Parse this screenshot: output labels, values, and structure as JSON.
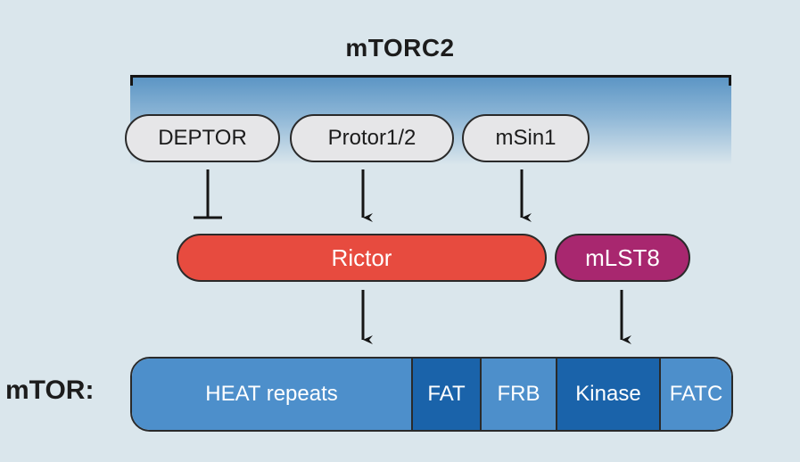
{
  "diagram": {
    "title": "mTORC2",
    "components": {
      "deptor": "DEPTOR",
      "protor": "Protor1/2",
      "msin1": "mSin1",
      "rictor": "Rictor",
      "mlst8": "mLST8"
    },
    "mtor": {
      "label": "mTOR:",
      "domains": [
        "HEAT repeats",
        "FAT",
        "FRB",
        "Kinase",
        "FATC"
      ]
    },
    "colors": {
      "background": "#dae6ec",
      "rictor": "#e74b3f",
      "mlst8": "#a8276f",
      "domain_light": "#4d8fcb",
      "domain_dark": "#1a63aa",
      "pill": "#e6e6e8"
    },
    "relations": [
      {
        "from": "DEPTOR",
        "to": "Rictor",
        "type": "inhibits"
      },
      {
        "from": "Protor1/2",
        "to": "Rictor",
        "type": "activates"
      },
      {
        "from": "mSin1",
        "to": "Rictor",
        "type": "activates"
      },
      {
        "from": "Rictor",
        "to": "HEAT repeats",
        "type": "activates"
      },
      {
        "from": "mLST8",
        "to": "Kinase",
        "type": "activates"
      }
    ]
  }
}
